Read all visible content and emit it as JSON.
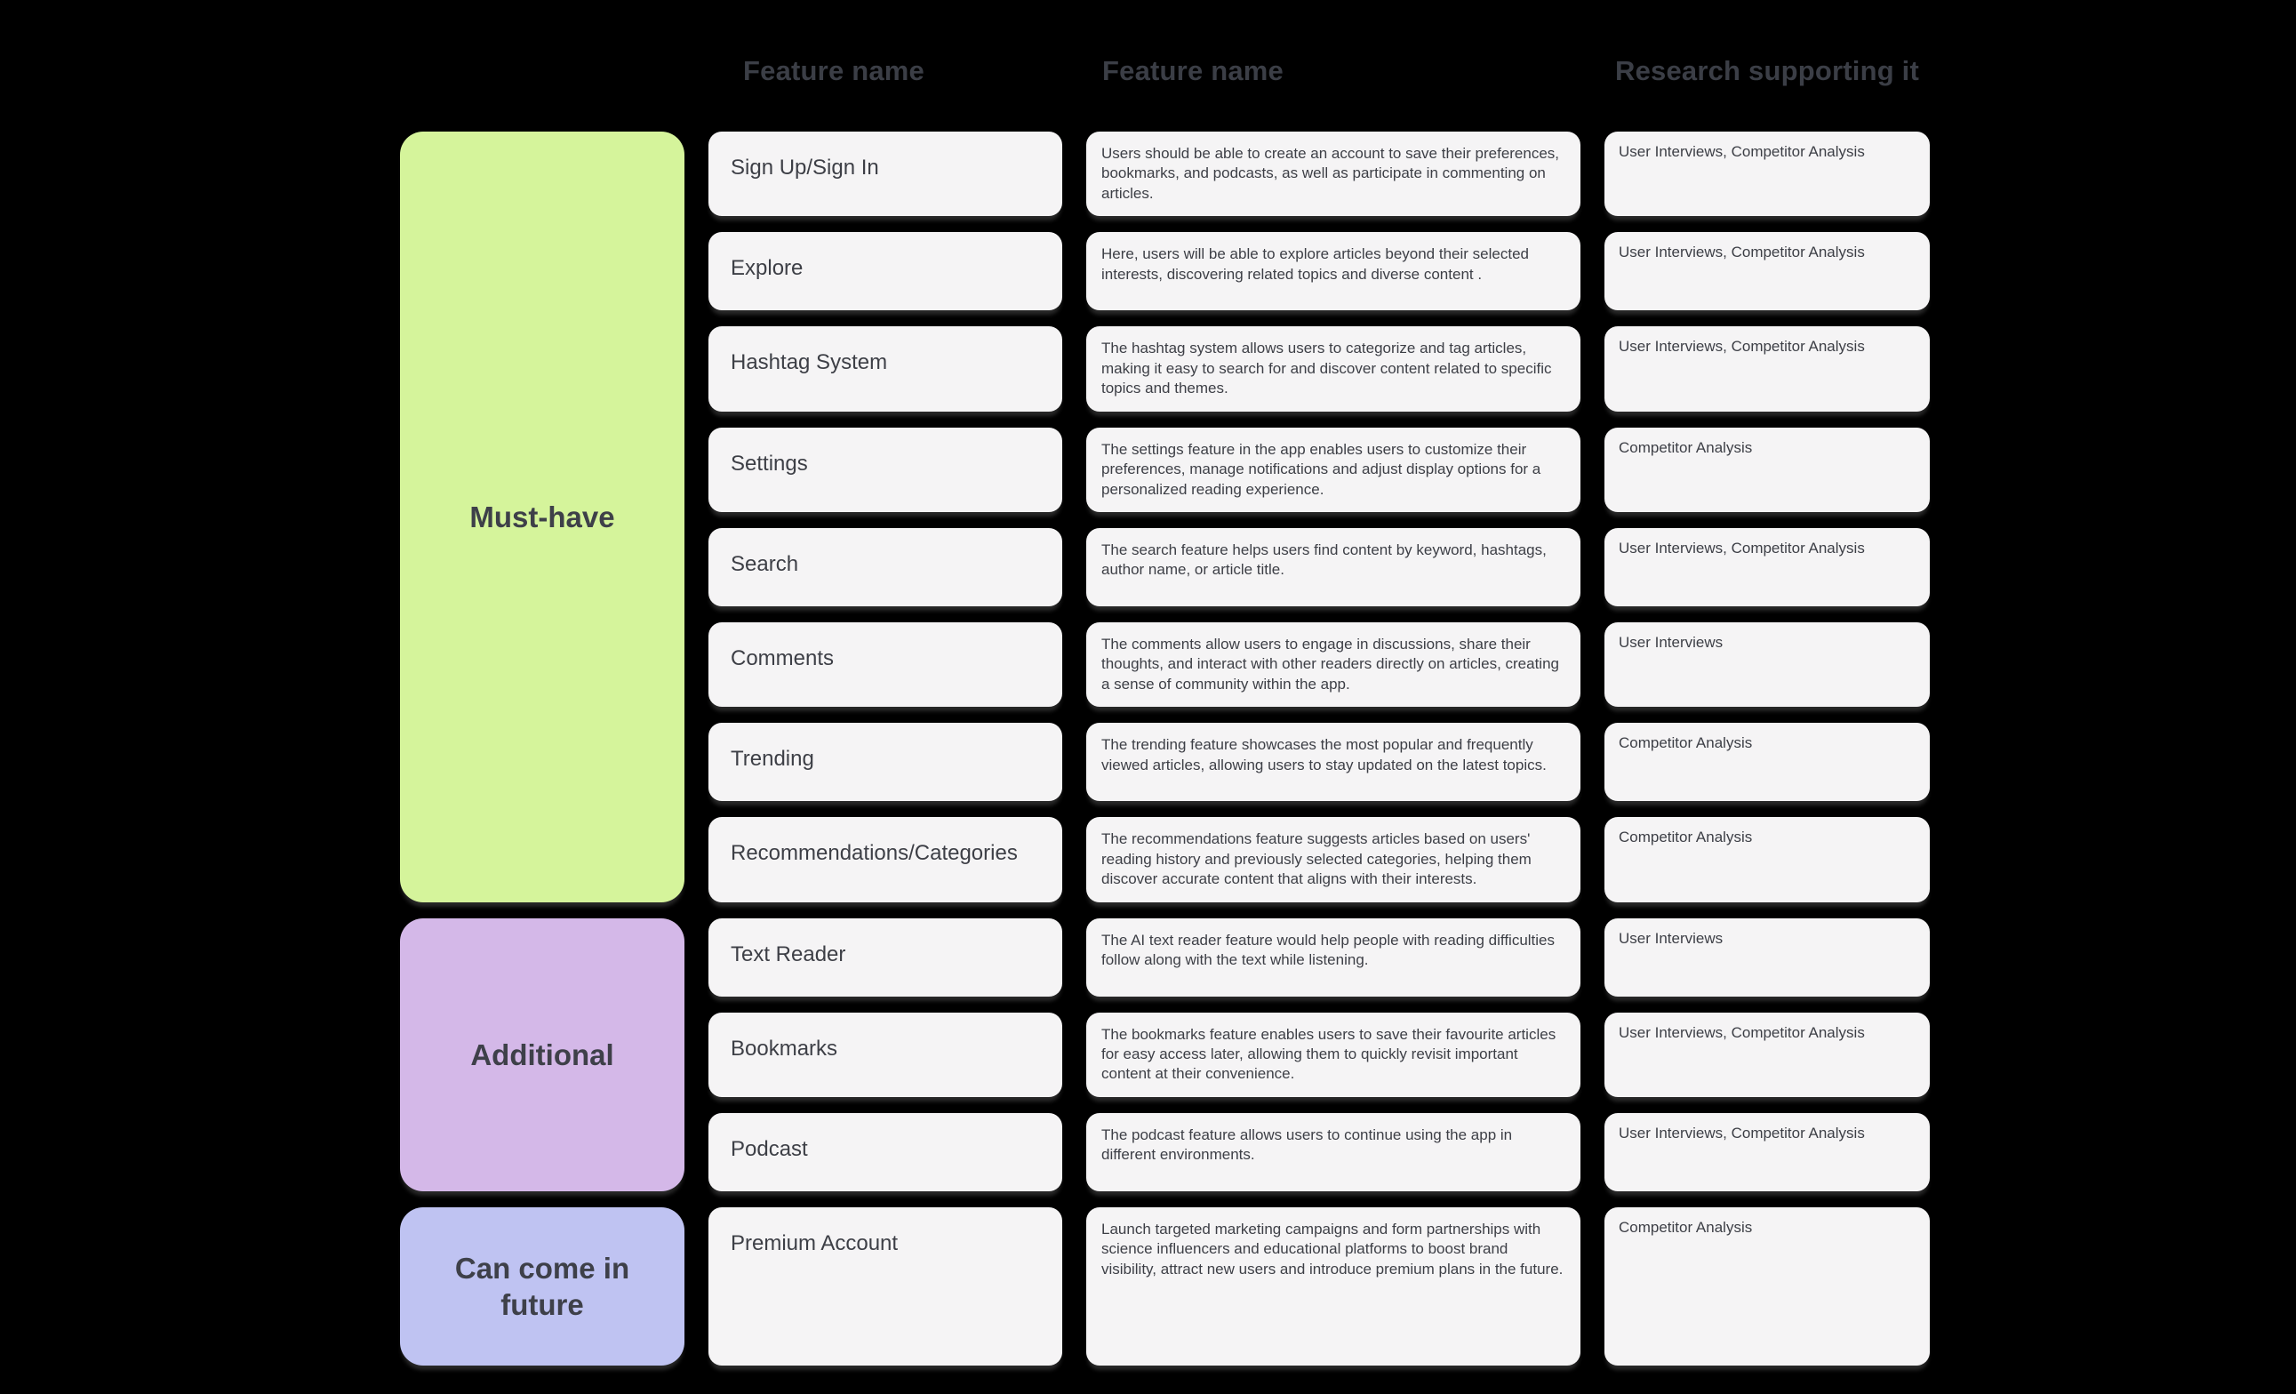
{
  "header": {
    "columns": [
      {
        "label": "Feature name"
      },
      {
        "label": "Feature name"
      },
      {
        "label": "Research supporting it"
      }
    ]
  },
  "categories": [
    {
      "label": "Must-have",
      "color": "#d5f49b",
      "row_span": 8
    },
    {
      "label": "Additional",
      "color": "#d4b8e8",
      "row_span": 3
    },
    {
      "label": "Can come in future",
      "color": "#bfc3f2",
      "row_span": 1
    }
  ],
  "rows": [
    {
      "feature": "Sign Up/Sign In",
      "description": "Users should be able to create an account to save their preferences, bookmarks, and podcasts, as well as participate in commenting on articles.",
      "research": "User Interviews, Competitor Analysis"
    },
    {
      "feature": "Explore",
      "description": "Here, users will be able to explore articles beyond their selected interests, discovering related topics and diverse content .",
      "research": "User Interviews, Competitor Analysis"
    },
    {
      "feature": "Hashtag System",
      "description": "The hashtag system allows users to categorize and tag articles, making it easy to search for and discover content related to specific topics and themes.",
      "research": "User Interviews, Competitor Analysis"
    },
    {
      "feature": "Settings",
      "description": "The settings feature in the app enables users to customize their preferences, manage notifications and adjust display options for a personalized reading experience.",
      "research": "Competitor Analysis"
    },
    {
      "feature": "Search",
      "description": "The search feature helps users find content by keyword, hashtags, author name, or article title.",
      "research": "User Interviews, Competitor Analysis"
    },
    {
      "feature": "Comments",
      "description": "The comments allow users to engage in discussions, share their thoughts, and interact with other readers directly on articles, creating a sense of community within the app.",
      "research": "User Interviews"
    },
    {
      "feature": "Trending",
      "description": "The trending feature showcases the most popular and frequently viewed articles, allowing users to stay updated on the latest topics.",
      "research": "Competitor Analysis"
    },
    {
      "feature": "Recommendations/Categories",
      "description": "The recommendations feature suggests articles based on users' reading history and previously selected categories, helping them discover accurate content that aligns with their interests.",
      "research": "Competitor Analysis"
    },
    {
      "feature": "Text Reader",
      "description": "The AI text reader feature would help people with reading difficulties follow along with the text while listening.",
      "research": "User Interviews"
    },
    {
      "feature": "Bookmarks",
      "description": "The bookmarks feature enables users to save their favourite articles for easy access later, allowing them to quickly revisit important content at their convenience.",
      "research": "User Interviews, Competitor Analysis"
    },
    {
      "feature": "Podcast",
      "description": "The podcast feature allows users to continue using the app in different environments.",
      "research": "User Interviews, Competitor Analysis"
    },
    {
      "feature": "Premium Account",
      "description": "Launch targeted marketing campaigns and form partnerships with science influencers and educational platforms to boost brand visibility, attract new users and introduce premium plans in the future.",
      "research": "Competitor Analysis"
    }
  ],
  "colors": {
    "canvas": "#000000",
    "card_background": "#f5f4f5",
    "header_text": "#3b3e46",
    "card_text": "#3d3f46",
    "must_have": "#d5f49b",
    "additional": "#d4b8e8",
    "can_come_in_future": "#bfc3f2"
  }
}
